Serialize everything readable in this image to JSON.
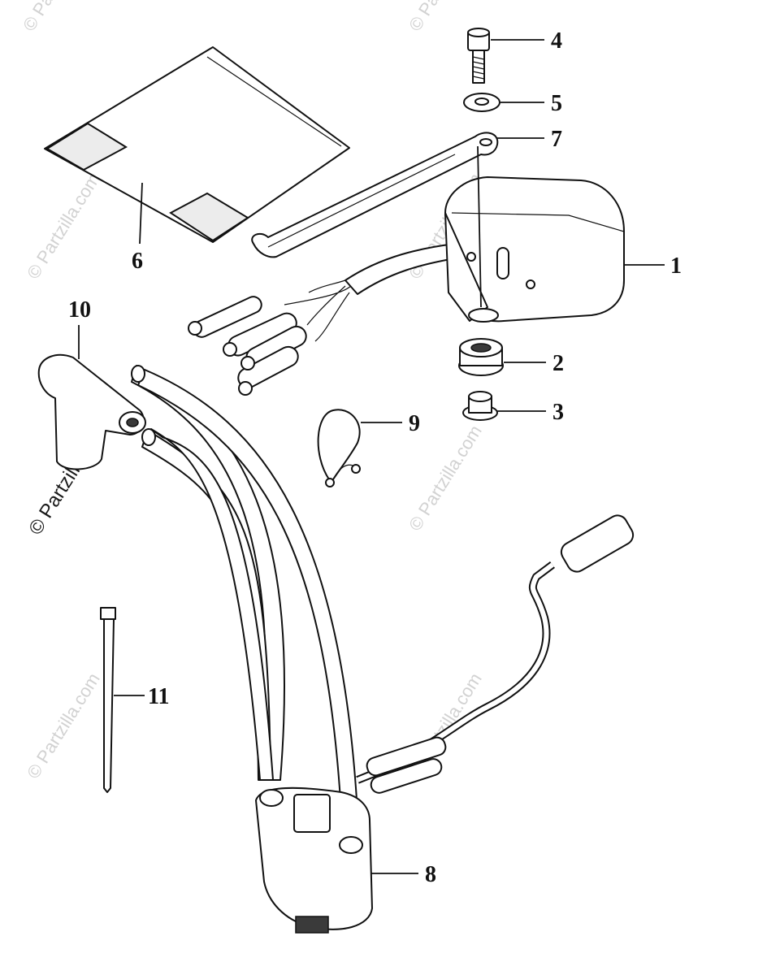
{
  "watermark": {
    "text": "© Partzilla.com"
  },
  "callouts": [
    {
      "id": "1",
      "text": "1"
    },
    {
      "id": "2",
      "text": "2"
    },
    {
      "id": "3",
      "text": "3"
    },
    {
      "id": "4",
      "text": "4"
    },
    {
      "id": "5",
      "text": "5"
    },
    {
      "id": "6",
      "text": "6"
    },
    {
      "id": "7",
      "text": "7"
    },
    {
      "id": "8",
      "text": "8"
    },
    {
      "id": "9",
      "text": "9"
    },
    {
      "id": "10",
      "text": "10"
    },
    {
      "id": "11",
      "text": "11"
    }
  ]
}
